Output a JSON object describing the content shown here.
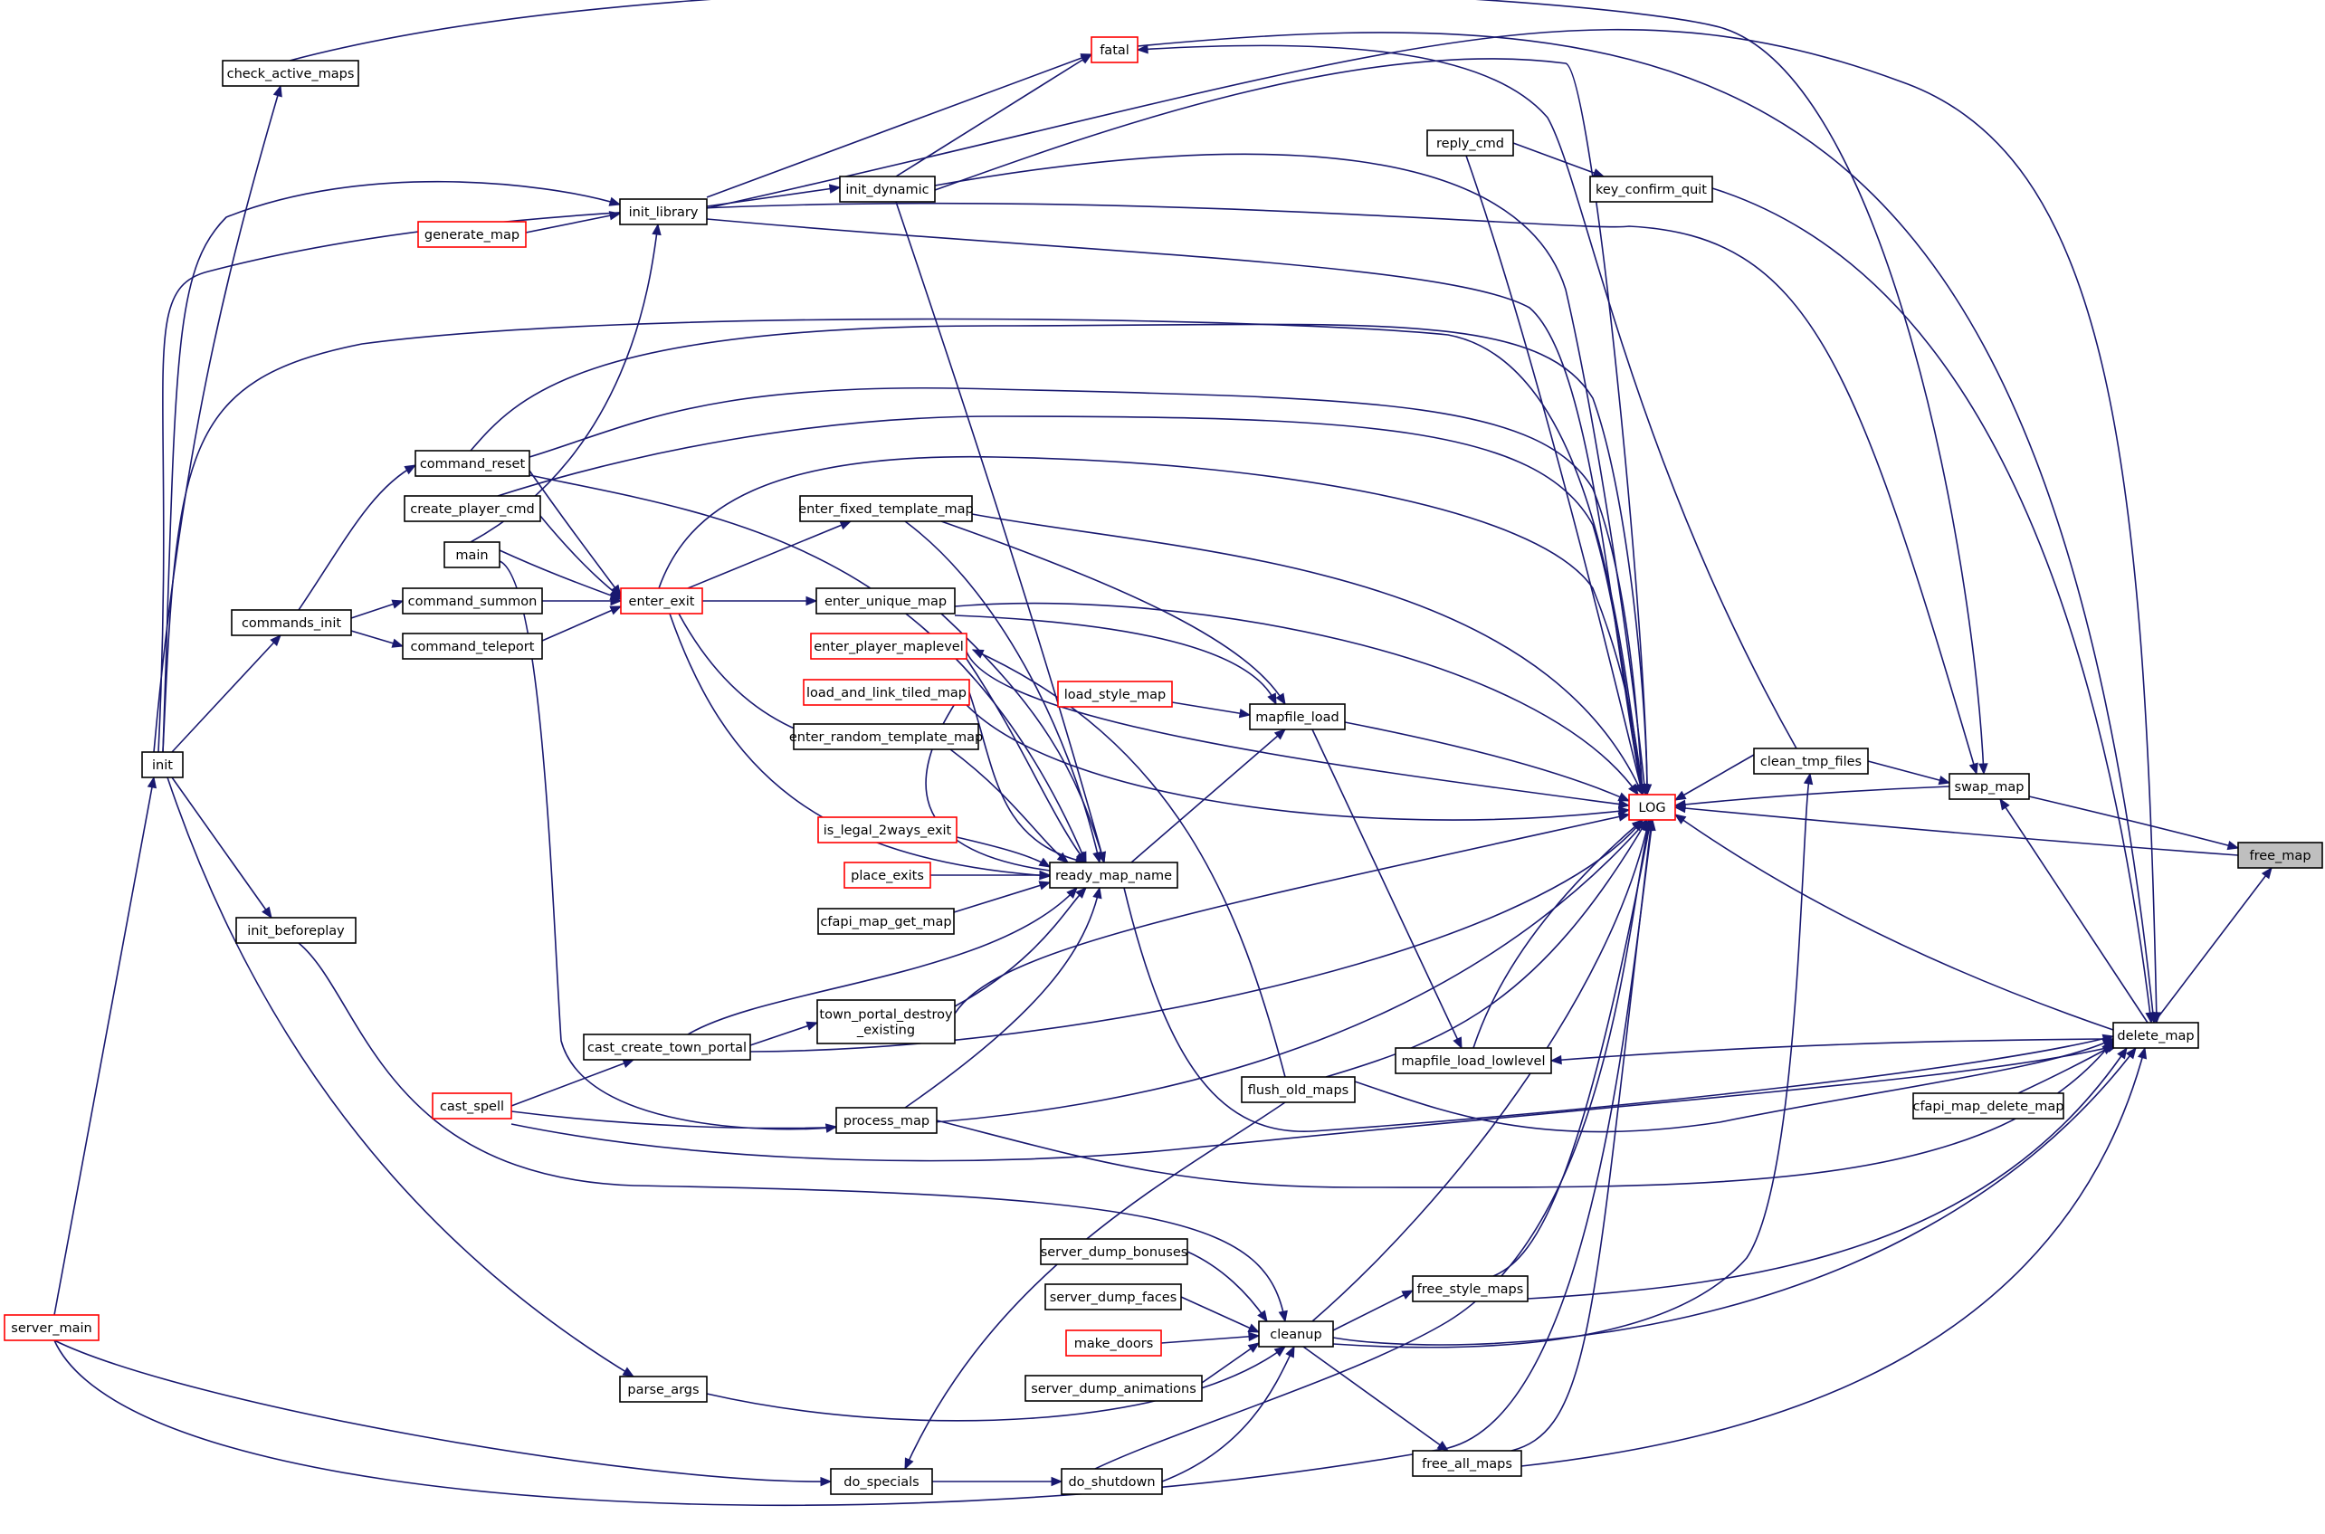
{
  "graph": {
    "kind": "doxygen-caller-graph",
    "colors": {
      "edge": "#191970",
      "node_border": "#000000",
      "node_border_incomplete": "#ff0000",
      "focus_fill": "#bfbfbf",
      "background": "#ffffff"
    },
    "nodes": {
      "free_map": {
        "label": "free_map"
      },
      "delete_map": {
        "label": "delete_map"
      },
      "swap_map": {
        "label": "swap_map"
      },
      "LOG": {
        "label": "LOG"
      },
      "clean_tmp_files": {
        "label": "clean_tmp_files"
      },
      "cfapi_map_delete_map": {
        "label": "cfapi_map_delete_map"
      },
      "key_confirm_quit": {
        "label": "key_confirm_quit"
      },
      "reply_cmd": {
        "label": "reply_cmd"
      },
      "fatal": {
        "label": "fatal"
      },
      "init_dynamic": {
        "label": "init_dynamic"
      },
      "init_library": {
        "label": "init_library"
      },
      "generate_map": {
        "label": "generate_map"
      },
      "check_active_maps": {
        "label": "check_active_maps"
      },
      "mapfile_load": {
        "label": "mapfile_load"
      },
      "mapfile_load_lowlevel": {
        "label": "mapfile_load_lowlevel"
      },
      "load_style_map": {
        "label": "load_style_map"
      },
      "ready_map_name": {
        "label": "ready_map_name"
      },
      "flush_old_maps": {
        "label": "flush_old_maps"
      },
      "free_style_maps": {
        "label": "free_style_maps"
      },
      "free_all_maps": {
        "label": "free_all_maps"
      },
      "cleanup": {
        "label": "cleanup"
      },
      "server_dump_bonuses": {
        "label": "server_dump_bonuses"
      },
      "server_dump_faces": {
        "label": "server_dump_faces"
      },
      "make_doors": {
        "label": "make_doors"
      },
      "server_dump_animations": {
        "label": "server_dump_animations"
      },
      "do_shutdown": {
        "label": "do_shutdown"
      },
      "do_specials": {
        "label": "do_specials"
      },
      "parse_args": {
        "label": "parse_args"
      },
      "process_map": {
        "label": "process_map"
      },
      "enter_fixed_template_map": {
        "label": "enter_fixed_template_map"
      },
      "enter_unique_map": {
        "label": "enter_unique_map"
      },
      "enter_player_maplevel": {
        "label": "enter_player_maplevel"
      },
      "load_and_link_tiled_map": {
        "label": "load_and_link_tiled_map"
      },
      "enter_random_template_map": {
        "label": "enter_random_template_map"
      },
      "is_legal_2ways_exit": {
        "label": "is_legal_2ways_exit"
      },
      "place_exits": {
        "label": "place_exits"
      },
      "cfapi_map_get_map": {
        "label": "cfapi_map_get_map"
      },
      "town_portal_destroy_existing": {
        "label": "town_portal_destroy\n_existing"
      },
      "cast_create_town_portal": {
        "label": "cast_create_town_portal"
      },
      "cast_spell": {
        "label": "cast_spell"
      },
      "enter_exit": {
        "label": "enter_exit"
      },
      "command_reset": {
        "label": "command_reset"
      },
      "create_player_cmd": {
        "label": "create_player_cmd"
      },
      "main": {
        "label": "main"
      },
      "command_summon": {
        "label": "command_summon"
      },
      "command_teleport": {
        "label": "command_teleport"
      },
      "commands_init": {
        "label": "commands_init"
      },
      "init": {
        "label": "init"
      },
      "init_beforeplay": {
        "label": "init_beforeplay"
      },
      "server_main": {
        "label": "server_main"
      }
    }
  }
}
